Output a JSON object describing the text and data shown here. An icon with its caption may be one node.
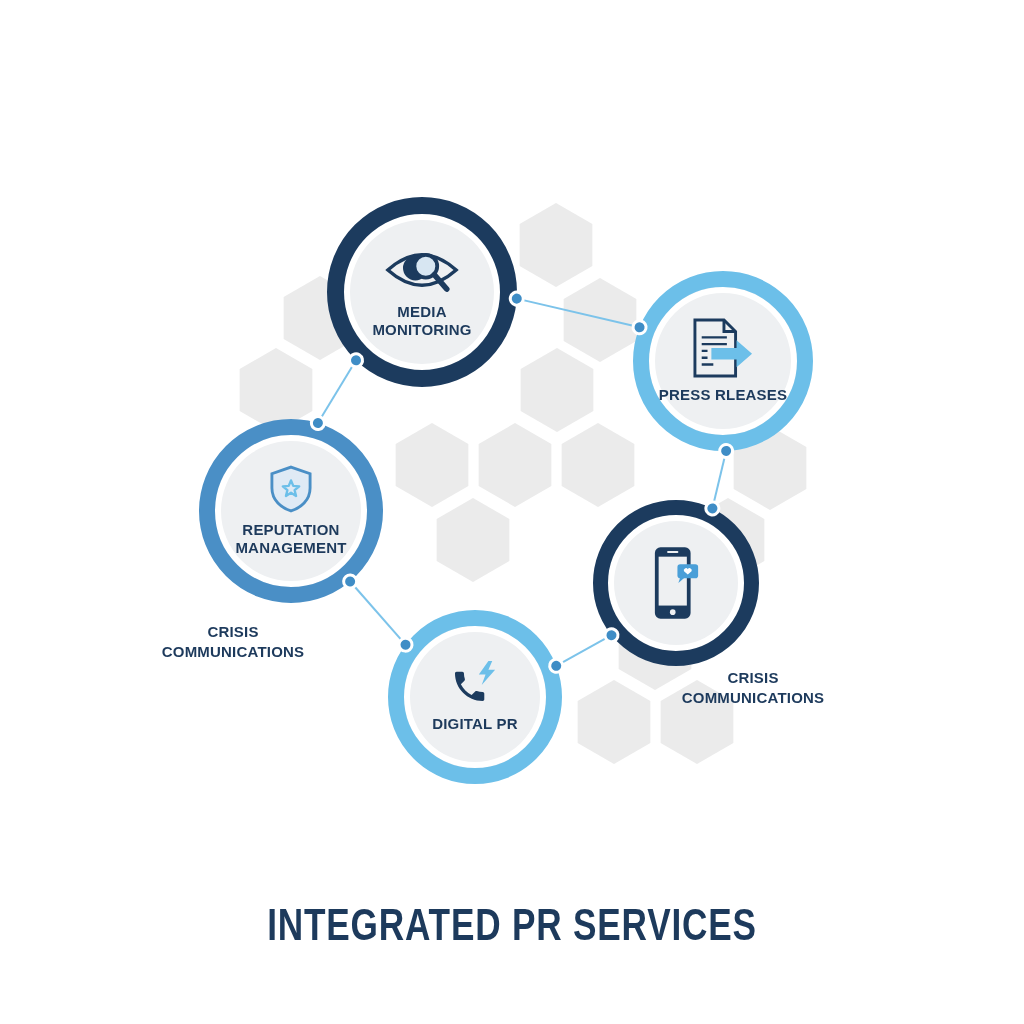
{
  "diagram": {
    "title": "INTEGRATED PR SERVICES",
    "nodes": [
      {
        "text": [
          "MEDIA MONITORING"
        ]
      },
      {
        "text": [
          "PRESS RLEASES"
        ]
      },
      {
        "text": [
          "REPUTATION MANAGEMENT"
        ]
      },
      {
        "text": [],
        "shape": "circle",
        "beside": [
          "CRISIS COMMUNICATIONS"
        ]
      },
      {
        "text": [
          "DIGITAL PR"
        ]
      }
    ],
    "edges": [
      {
        "from": 0,
        "to": 1,
        "arrow": "other"
      },
      {
        "from": 1,
        "to": 3,
        "arrow": "other"
      },
      {
        "from": 3,
        "to": 4,
        "arrow": "other"
      },
      {
        "from": 4,
        "to": 2,
        "arrow": "other"
      },
      {
        "from": 2,
        "to": 0,
        "arrow": "other"
      }
    ],
    "labels": [
      "CRISIS COMMUNICATIONS"
    ]
  }
}
